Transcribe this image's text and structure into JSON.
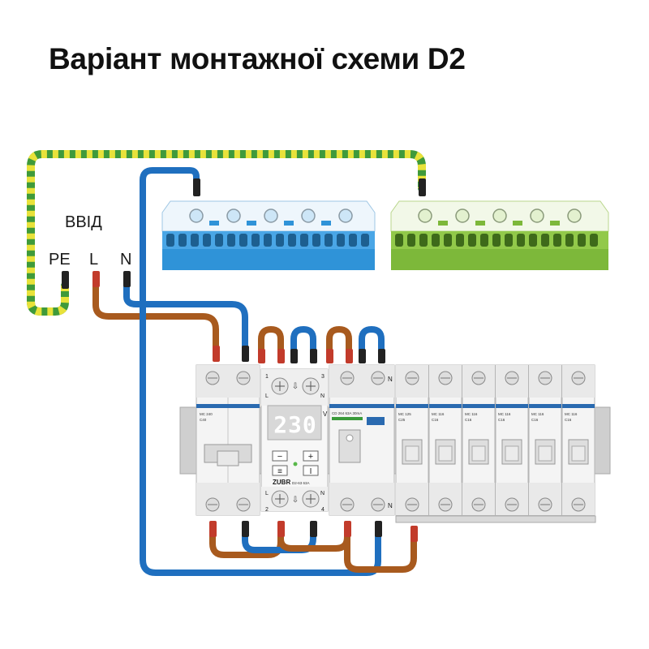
{
  "title": "Варіант монтажної схеми D2",
  "input": {
    "label": "ВВІД",
    "pe": "PE",
    "l": "L",
    "n": "N"
  },
  "relay": {
    "display": "230",
    "unit": "V",
    "brand": "ZUBR",
    "model": "D2-63 63A",
    "top_left_num": "1",
    "top_right_num": "3",
    "bottom_left_num": "2",
    "bottom_right_num": "4",
    "top_l": "L",
    "top_n": "N",
    "bottom_l": "L",
    "bottom_n": "N",
    "minus": "−",
    "plus": "+",
    "menu": "≡",
    "power": "I"
  },
  "main_breaker": {
    "model": "MC 240",
    "rating": "C40"
  },
  "rcd": {
    "model": "CD 264 63A 30mA",
    "n_top": "N",
    "n_bottom": "N"
  },
  "breakers": [
    {
      "model": "MC 125",
      "rating": "C25"
    },
    {
      "model": "MC 116",
      "rating": "C16"
    },
    {
      "model": "MC 116",
      "rating": "C16"
    },
    {
      "model": "MC 116",
      "rating": "C16"
    },
    {
      "model": "MC 116",
      "rating": "C16"
    },
    {
      "model": "MC 116",
      "rating": "C16"
    }
  ],
  "colors": {
    "wire_blue": "#1f6fbf",
    "wire_brown": "#a85a1e",
    "pe_yellow": "#e8e23a",
    "pe_green": "#3f9a3a",
    "n_bus": "#3a9ee0",
    "pe_bus": "#8cc63f"
  }
}
